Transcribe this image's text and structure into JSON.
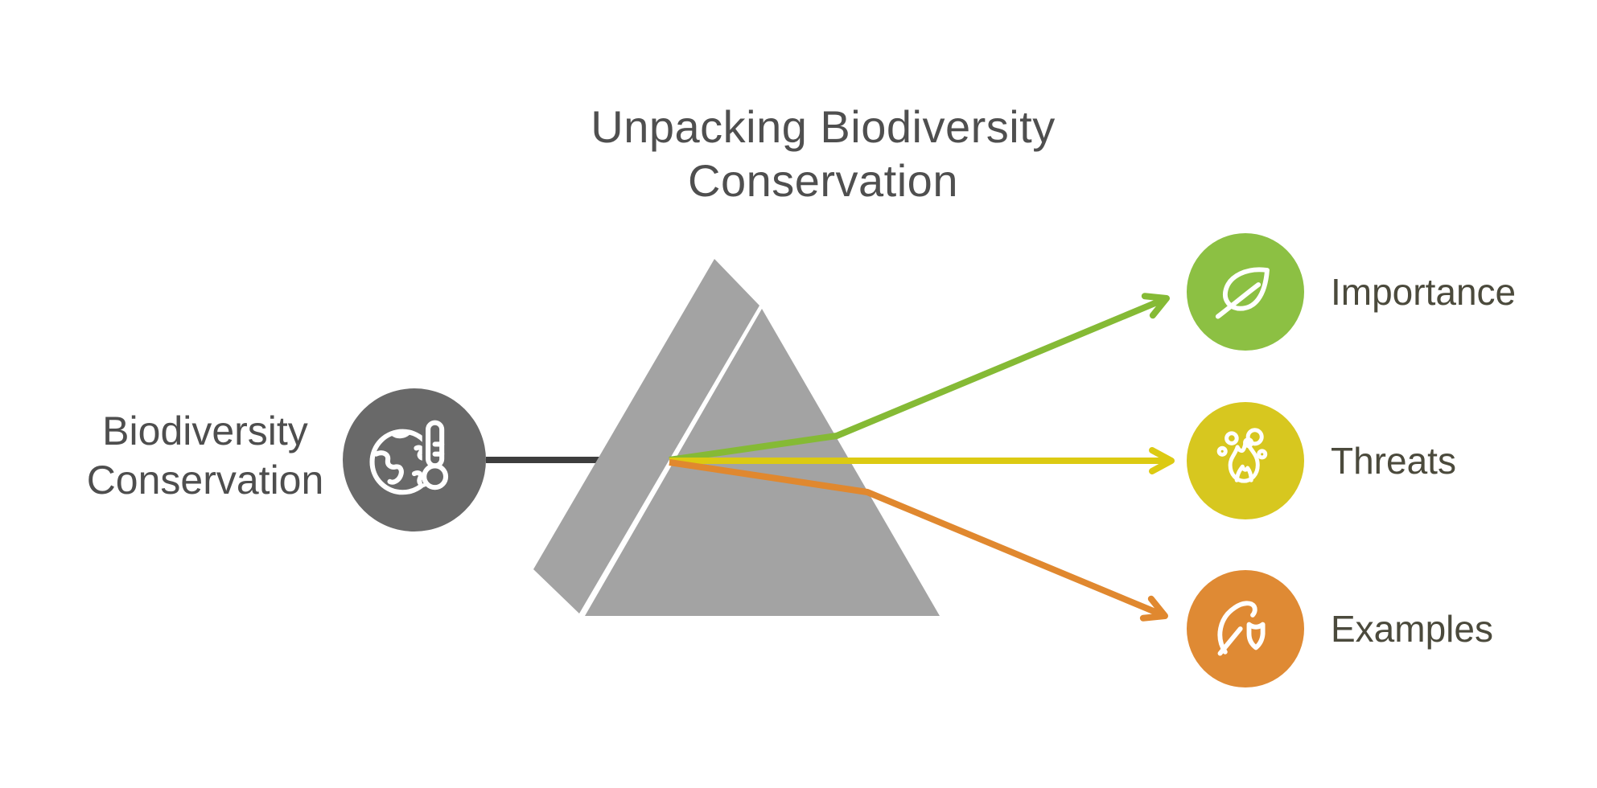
{
  "title": "Unpacking Biodiversity Conservation",
  "source_node": {
    "label_line1": "Biodiversity",
    "label_line2": "Conservation",
    "icon": "earth-thermometer-icon",
    "circle_color": "#696969"
  },
  "beam": {
    "color": "#3d3d3d"
  },
  "prism": {
    "fill_color": "#a3a3a3",
    "gap_color": "#ffffff"
  },
  "branches": [
    {
      "label": "Importance",
      "icon": "leaf-icon",
      "circle_color": "#8cc043",
      "arrow_color": "#85ba35"
    },
    {
      "label": "Threats",
      "icon": "fire-pollution-icon",
      "circle_color": "#d7c71f",
      "arrow_color": "#dcca12"
    },
    {
      "label": "Examples",
      "icon": "leaf-shield-icon",
      "circle_color": "#df8a34",
      "arrow_color": "#e0882f"
    }
  ],
  "text_colors": {
    "title": "#4f4f4f",
    "source_label": "#4e4e4e",
    "branch_label": "#4b4a3c"
  }
}
